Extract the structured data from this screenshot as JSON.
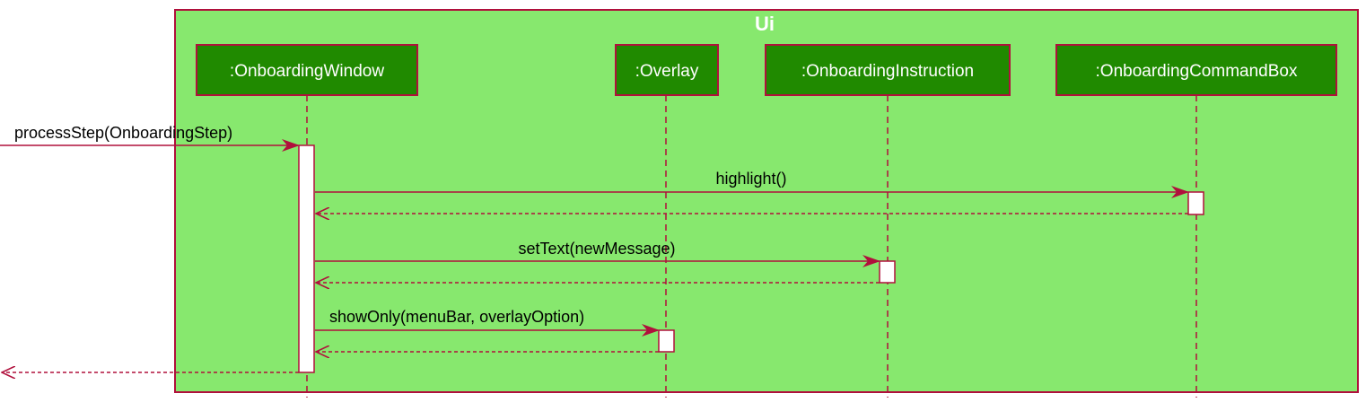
{
  "colors": {
    "frame_fill": "#87e86e",
    "frame_stroke": "#b0103c",
    "participant_fill": "#208a00",
    "line": "#b0103c",
    "activation_fill": "#ffffff"
  },
  "frame": {
    "title": "Ui"
  },
  "participants": [
    {
      "id": "onboarding_window",
      "label": ":OnboardingWindow"
    },
    {
      "id": "overlay",
      "label": ":Overlay"
    },
    {
      "id": "onboarding_instruction",
      "label": ":OnboardingInstruction"
    },
    {
      "id": "onboarding_command_box",
      "label": ":OnboardingCommandBox"
    }
  ],
  "messages": [
    {
      "label": "processStep(OnboardingStep)",
      "from": "external",
      "to": "onboarding_window",
      "kind": "call"
    },
    {
      "label": "highlight()",
      "from": "onboarding_window",
      "to": "onboarding_command_box",
      "kind": "call"
    },
    {
      "label": "",
      "from": "onboarding_command_box",
      "to": "onboarding_window",
      "kind": "return"
    },
    {
      "label": "setText(newMessage)",
      "from": "onboarding_window",
      "to": "onboarding_instruction",
      "kind": "call"
    },
    {
      "label": "",
      "from": "onboarding_instruction",
      "to": "onboarding_window",
      "kind": "return"
    },
    {
      "label": "showOnly(menuBar, overlayOption)",
      "from": "onboarding_window",
      "to": "overlay",
      "kind": "call"
    },
    {
      "label": "",
      "from": "overlay",
      "to": "onboarding_window",
      "kind": "return"
    },
    {
      "label": "",
      "from": "onboarding_window",
      "to": "external",
      "kind": "return"
    }
  ]
}
